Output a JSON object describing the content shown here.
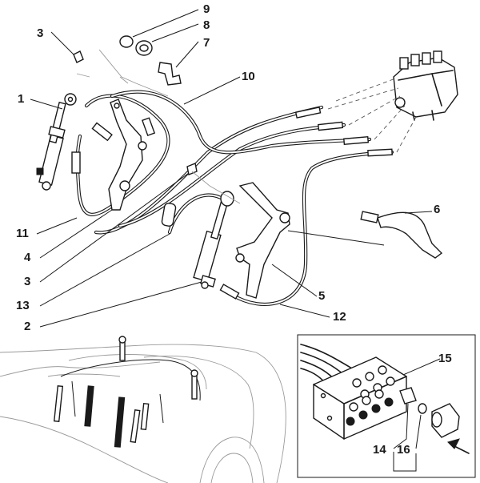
{
  "callouts": {
    "c1": "1",
    "c2": "2",
    "c3a": "3",
    "c3b": "3",
    "c4": "4",
    "c5": "5",
    "c6": "6",
    "c7": "7",
    "c8": "8",
    "c9": "9",
    "c10": "10",
    "c11": "11",
    "c12": "12",
    "c13": "13",
    "c14": "14",
    "c15": "15",
    "c16": "16"
  }
}
